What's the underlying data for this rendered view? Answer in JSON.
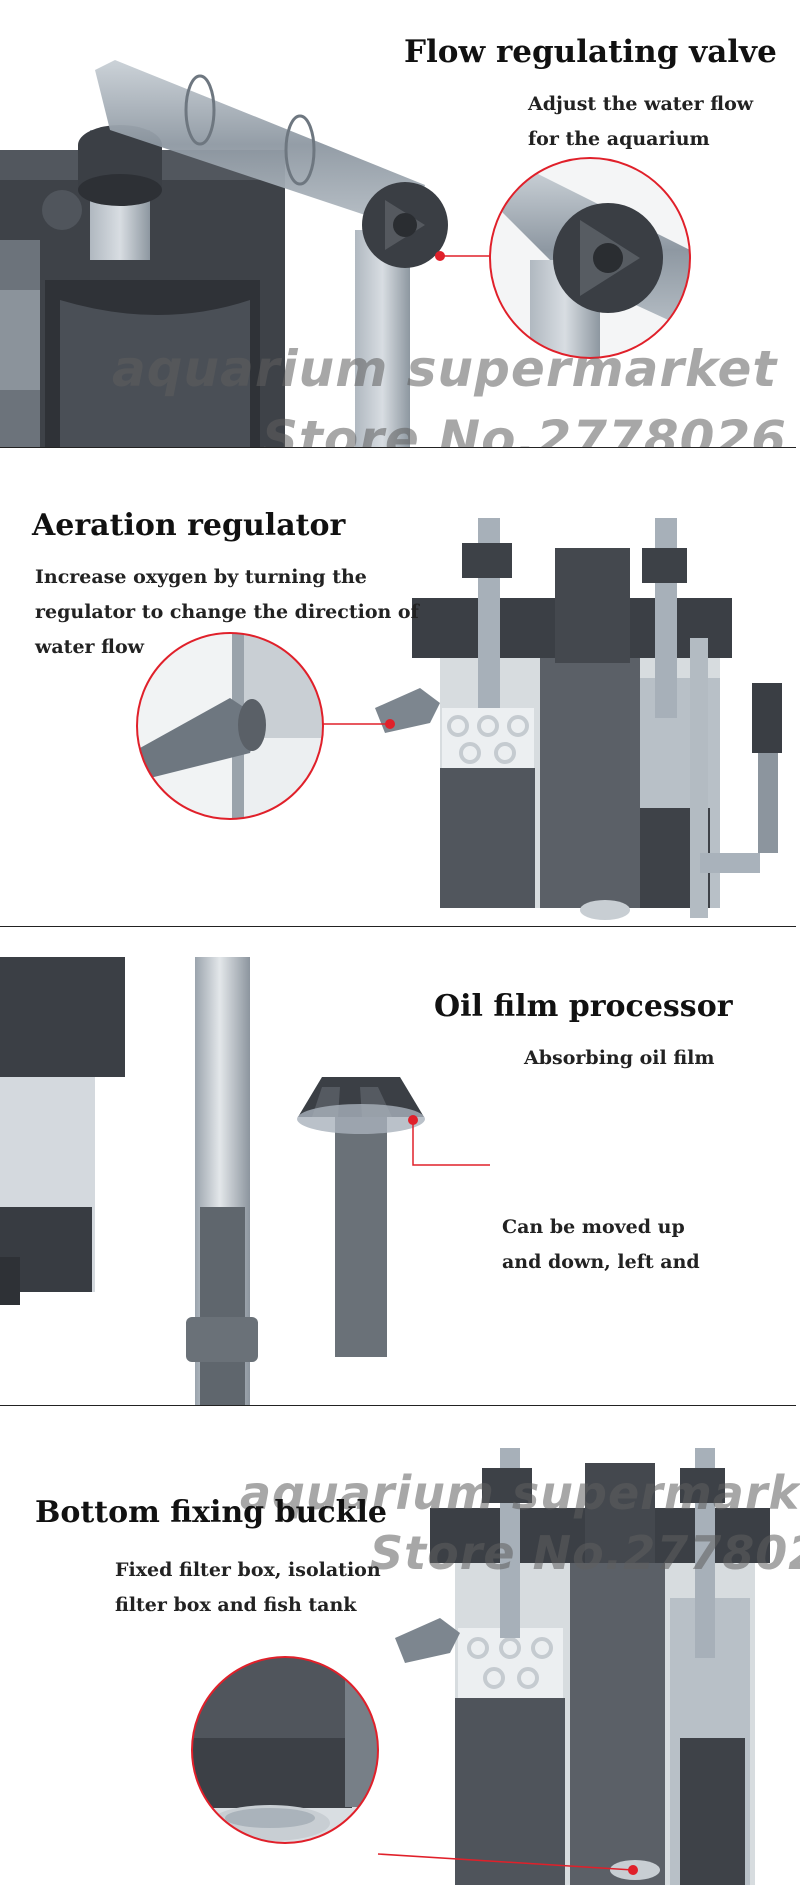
{
  "sections": [
    {
      "title": "Flow regulating valve",
      "description": [
        "Adjust the water flow",
        "for the aquarium"
      ]
    },
    {
      "title": "Aeration regulator",
      "description": [
        "Increase oxygen by turning the",
        "regulator to change the direction of",
        "water flow"
      ]
    },
    {
      "title": "Oil film processor",
      "description": [
        "Absorbing oil film"
      ],
      "note": [
        "Can be moved up",
        "and down, left and"
      ]
    },
    {
      "title": "Bottom fixing buckle",
      "description": [
        "Fixed filter box, isolation",
        "filter box and fish tank"
      ]
    }
  ],
  "watermark": {
    "line1": "aquarium supermarket",
    "line2": "Store No.2778026"
  },
  "colors": {
    "accent": "#e0202a",
    "device_dark": "#3c4046",
    "device_clear": "#a9b2bb"
  }
}
